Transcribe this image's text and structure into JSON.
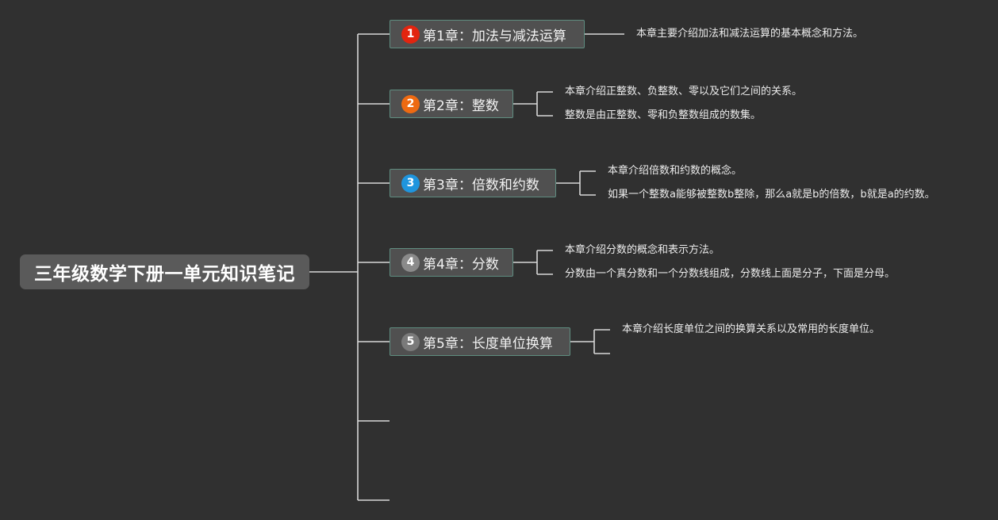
{
  "root": {
    "title": "三年级数学下册一单元知识笔记"
  },
  "chapters": [
    {
      "num": "1",
      "num_color": "#e2250f",
      "label": "第1章：加法与减法运算",
      "notes": [
        "本章主要介绍加法和减法运算的基本概念和方法。"
      ]
    },
    {
      "num": "2",
      "num_color": "#ee6a12",
      "label": "第2章：整数",
      "notes": [
        "本章介绍正整数、负整数、零以及它们之间的关系。",
        "整数是由正整数、零和负整数组成的数集。"
      ]
    },
    {
      "num": "3",
      "num_color": "#1f95de",
      "label": "第3章：倍数和约数",
      "notes": [
        "本章介绍倍数和约数的概念。",
        "如果一个整数a能够被整数b整除，那么a就是b的倍数，b就是a的约数。"
      ]
    },
    {
      "num": "4",
      "num_color": "#8a8a8a",
      "label": "第4章：分数",
      "notes": [
        "本章介绍分数的概念和表示方法。",
        "分数由一个真分数和一个分数线组成，分数线上面是分子，下面是分母。"
      ]
    },
    {
      "num": "5",
      "num_color": "#7a7a7a",
      "label": "第5章：长度单位换算",
      "notes": [
        "本章介绍长度单位之间的换算关系以及常用的长度单位。"
      ]
    }
  ]
}
